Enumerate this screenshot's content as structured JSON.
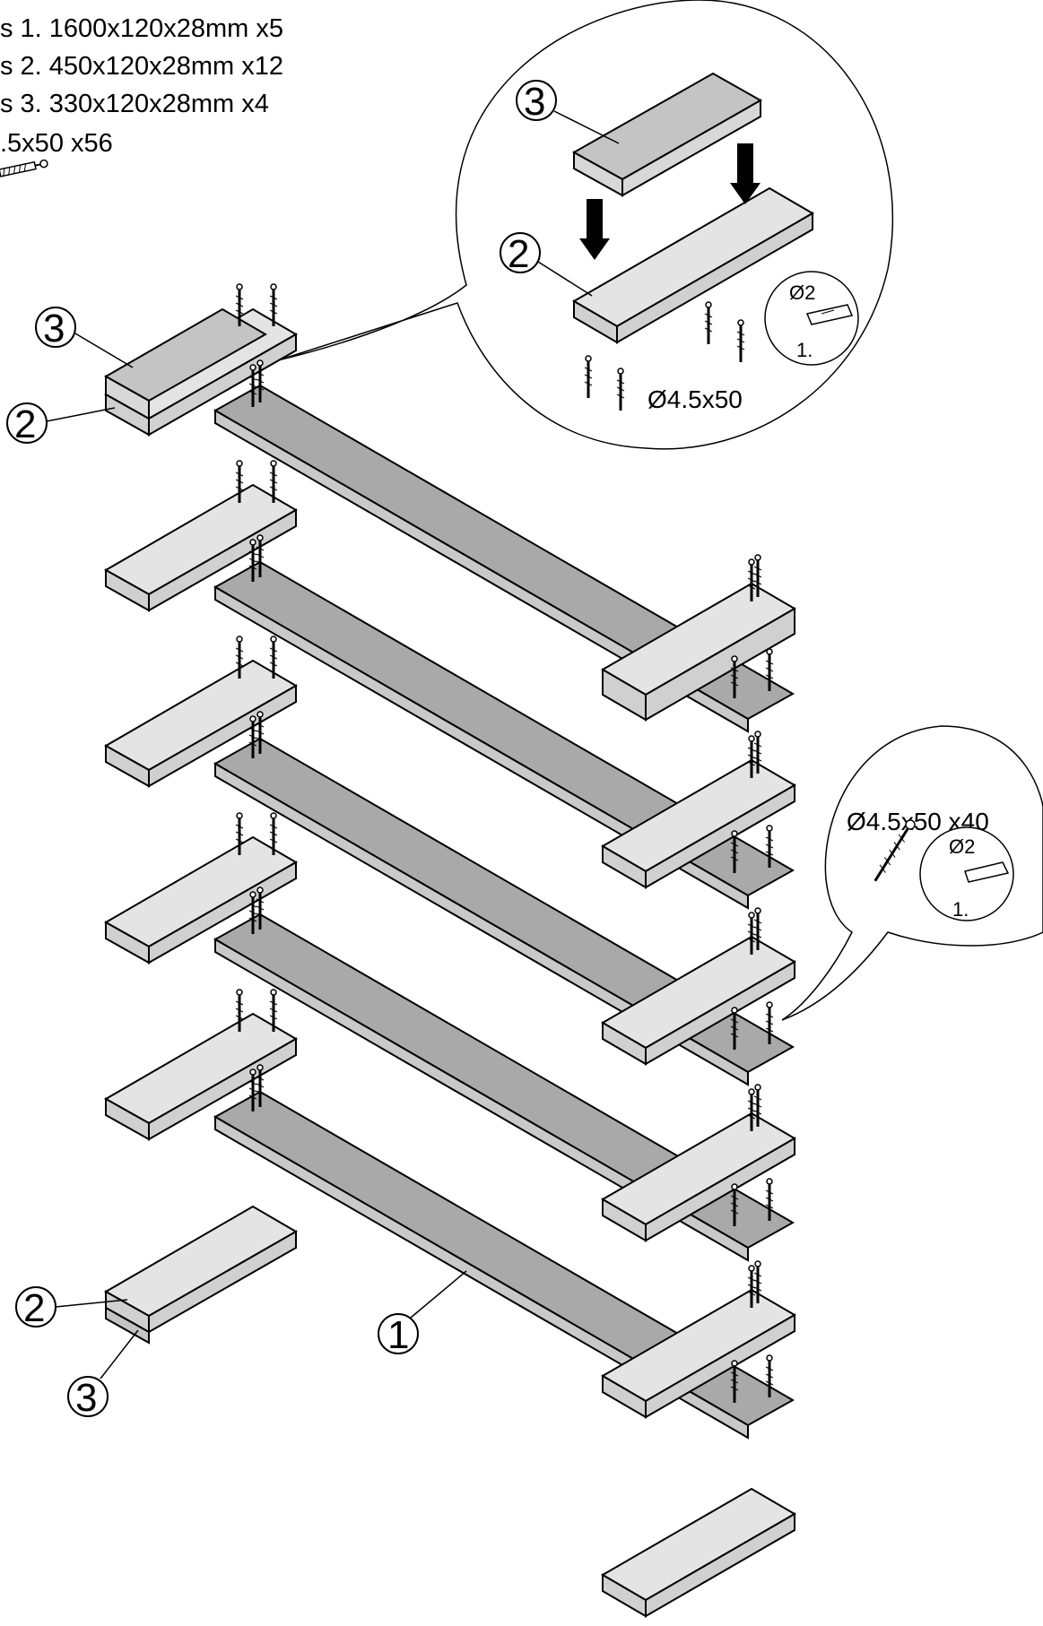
{
  "parts_list": [
    {
      "text": "s 1. 1600x120x28mm  x5"
    },
    {
      "text": "s 2. 450x120x28mm  x12"
    },
    {
      "text": "s 3. 330x120x28mm  x4"
    },
    {
      "text": ".5x50   x56"
    }
  ],
  "part_numbers": {
    "one": "1",
    "two": "2",
    "three": "3"
  },
  "detail_top": {
    "screw_label": "Ø4.5x50",
    "drill_label": "Ø2",
    "step_label": "1."
  },
  "detail_right": {
    "screw_label": "Ø4.5x50   x40",
    "drill_label": "Ø2",
    "step_label": "1."
  },
  "colors": {
    "plank_long_top": "#a9a9a9",
    "plank_long_side": "#c9c9c9",
    "plank_short_top": "#e4e4e4",
    "plank_short_side": "#d0d0d0",
    "block_top": "#c4c4c4",
    "line": "#000000"
  },
  "icons": [
    "screw-icon",
    "drill-bit-icon",
    "down-arrow-icon"
  ]
}
